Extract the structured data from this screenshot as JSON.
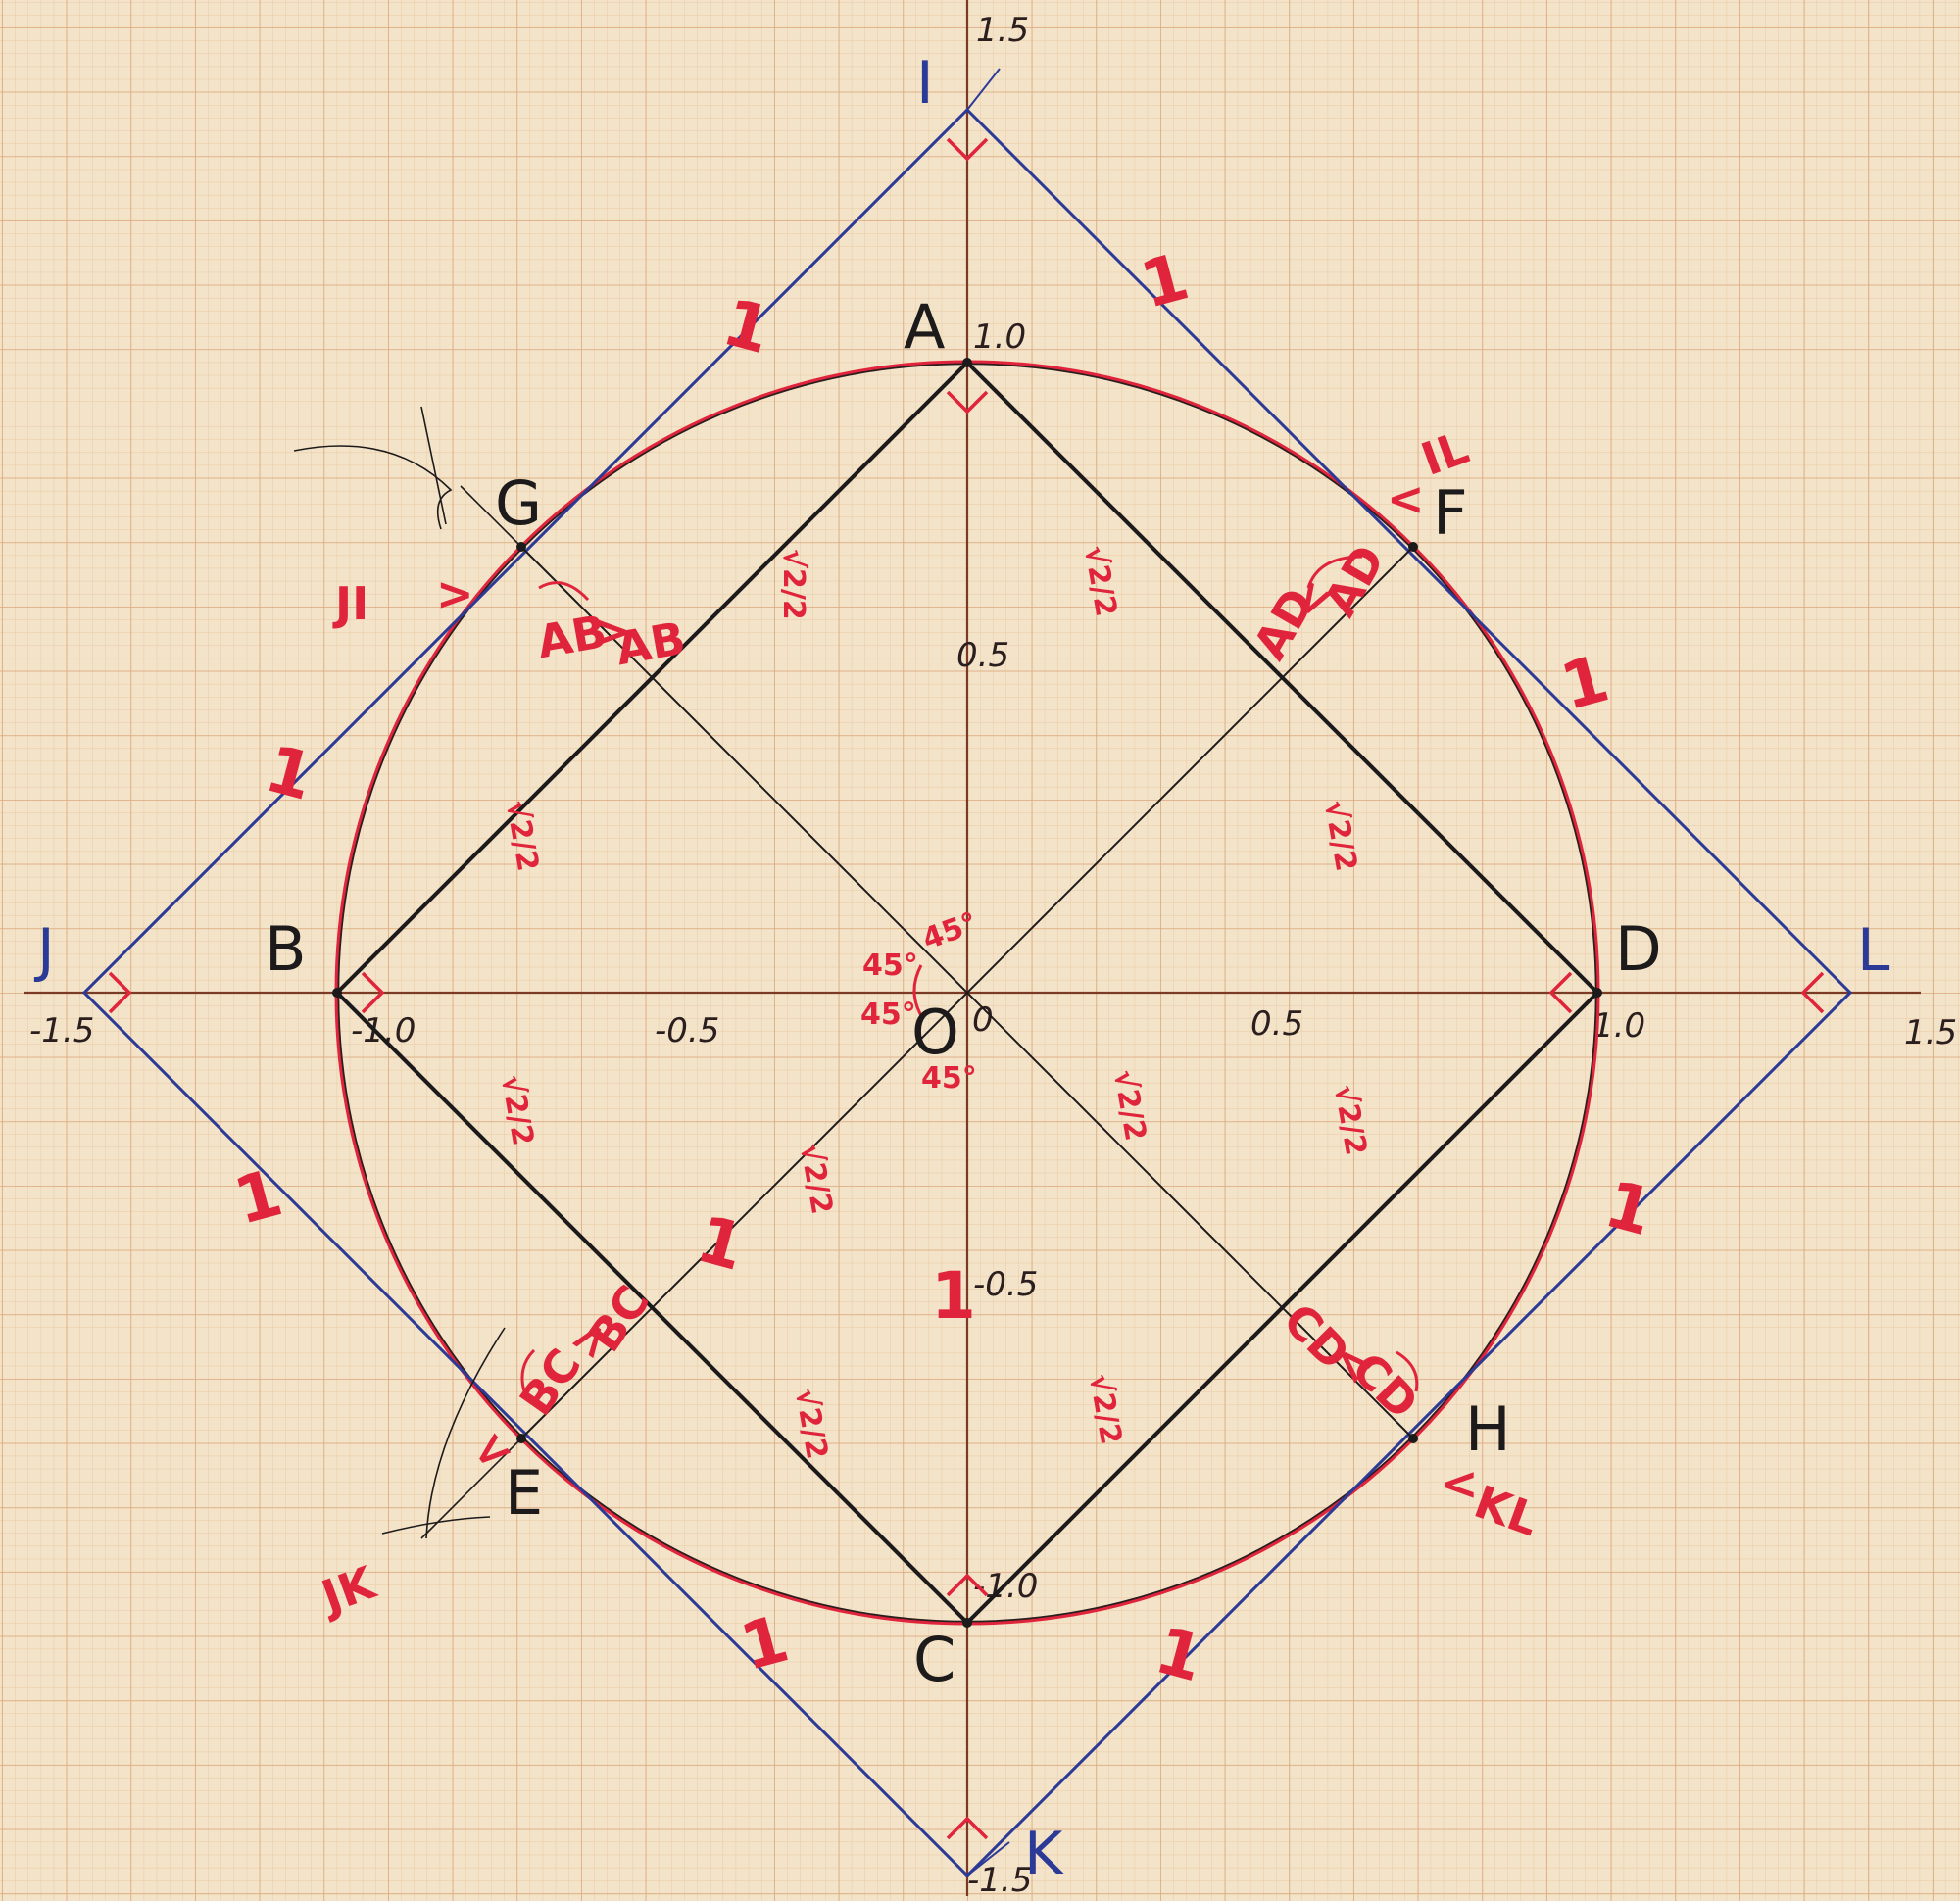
{
  "points": {
    "A": "A",
    "B": "B",
    "C": "C",
    "D": "D",
    "E": "E",
    "F": "F",
    "G": "G",
    "H": "H",
    "I": "I",
    "J": "J",
    "K": "K",
    "L": "L",
    "O": "O"
  },
  "axis_ticks": {
    "x_neg_15": "-1.5",
    "x_neg_10": "-1.0",
    "x_neg_05": "-0.5",
    "x_0": "0",
    "x_05": "0.5",
    "x_10": "1.0",
    "x_15": "1.5",
    "y_15": "1.5",
    "y_10": "1.0",
    "y_05": "0.5",
    "y_neg_05": "-0.5",
    "y_neg_10": "-1.0",
    "y_neg_15": "-1.5"
  },
  "labels": {
    "one": "1",
    "half_sqrt2": "√2/2",
    "deg45": "45°",
    "tangent_JI": "JI",
    "tangent_IL": "IL",
    "tangent_JK": "JK",
    "tangent_KL": "KL",
    "arc_AB": "AB",
    "chord_AB": "AB",
    "arc_AD": "AD",
    "chord_AD": "AD",
    "arc_BC": "BC",
    "chord_BC": "BC",
    "arc_CD": "CD",
    "chord_CD": "CD",
    "gt": ">",
    "lt": "<"
  },
  "colors": {
    "paper": "#f3e3c8",
    "grid_minor": "#e9c9a3",
    "grid_major": "#dba77d",
    "axis": "#7a3a24",
    "ink_black": "#1c1a1a",
    "ink_blue": "#2b3a96",
    "ink_red": "#e0243c"
  }
}
